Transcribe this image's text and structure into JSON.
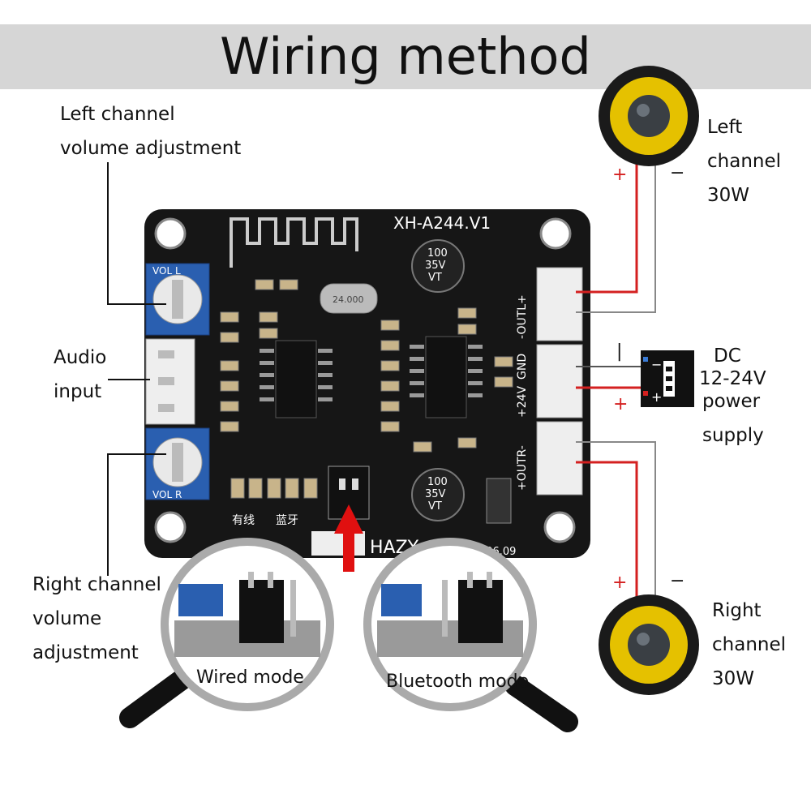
{
  "title": "Wiring method",
  "labels": {
    "left_volume": [
      "Left channel",
      "volume adjustment"
    ],
    "audio_input": [
      "Audio",
      "input"
    ],
    "right_volume": [
      "Right channel",
      "volume",
      "adjustment"
    ],
    "left_speaker": [
      "Left",
      "channel",
      "30W"
    ],
    "right_speaker": [
      "Right",
      "channel",
      "30W"
    ],
    "power": [
      "DC",
      "12-24V",
      "power",
      "supply"
    ]
  },
  "polarity": {
    "plus": "+",
    "minus": "−",
    "pipe": "|"
  },
  "board": {
    "model": "XH-A244.V1",
    "cap_value": [
      "100",
      "35V",
      "VT"
    ],
    "crystal": "24.000",
    "vol_l": "VOL L",
    "vol_r": "VOL R",
    "outl": "-OUTL+",
    "gnd": "GND",
    "v24": "+24V",
    "outr": "+OUTR-",
    "jumper_wired": "有线",
    "jumper_bt": "蓝牙",
    "brand": "HAZY",
    "date": "2024.06.09"
  },
  "modes": {
    "wired": "Wired mode",
    "bluetooth": "Bluetooth mode"
  },
  "colors": {
    "banner": "#d6d6d6",
    "board": "#161616",
    "pot": "#2a5fb0",
    "wire_red": "#d42020",
    "wire_gray": "#888888",
    "arrow": "#e01010",
    "speaker": "#e5c100"
  }
}
